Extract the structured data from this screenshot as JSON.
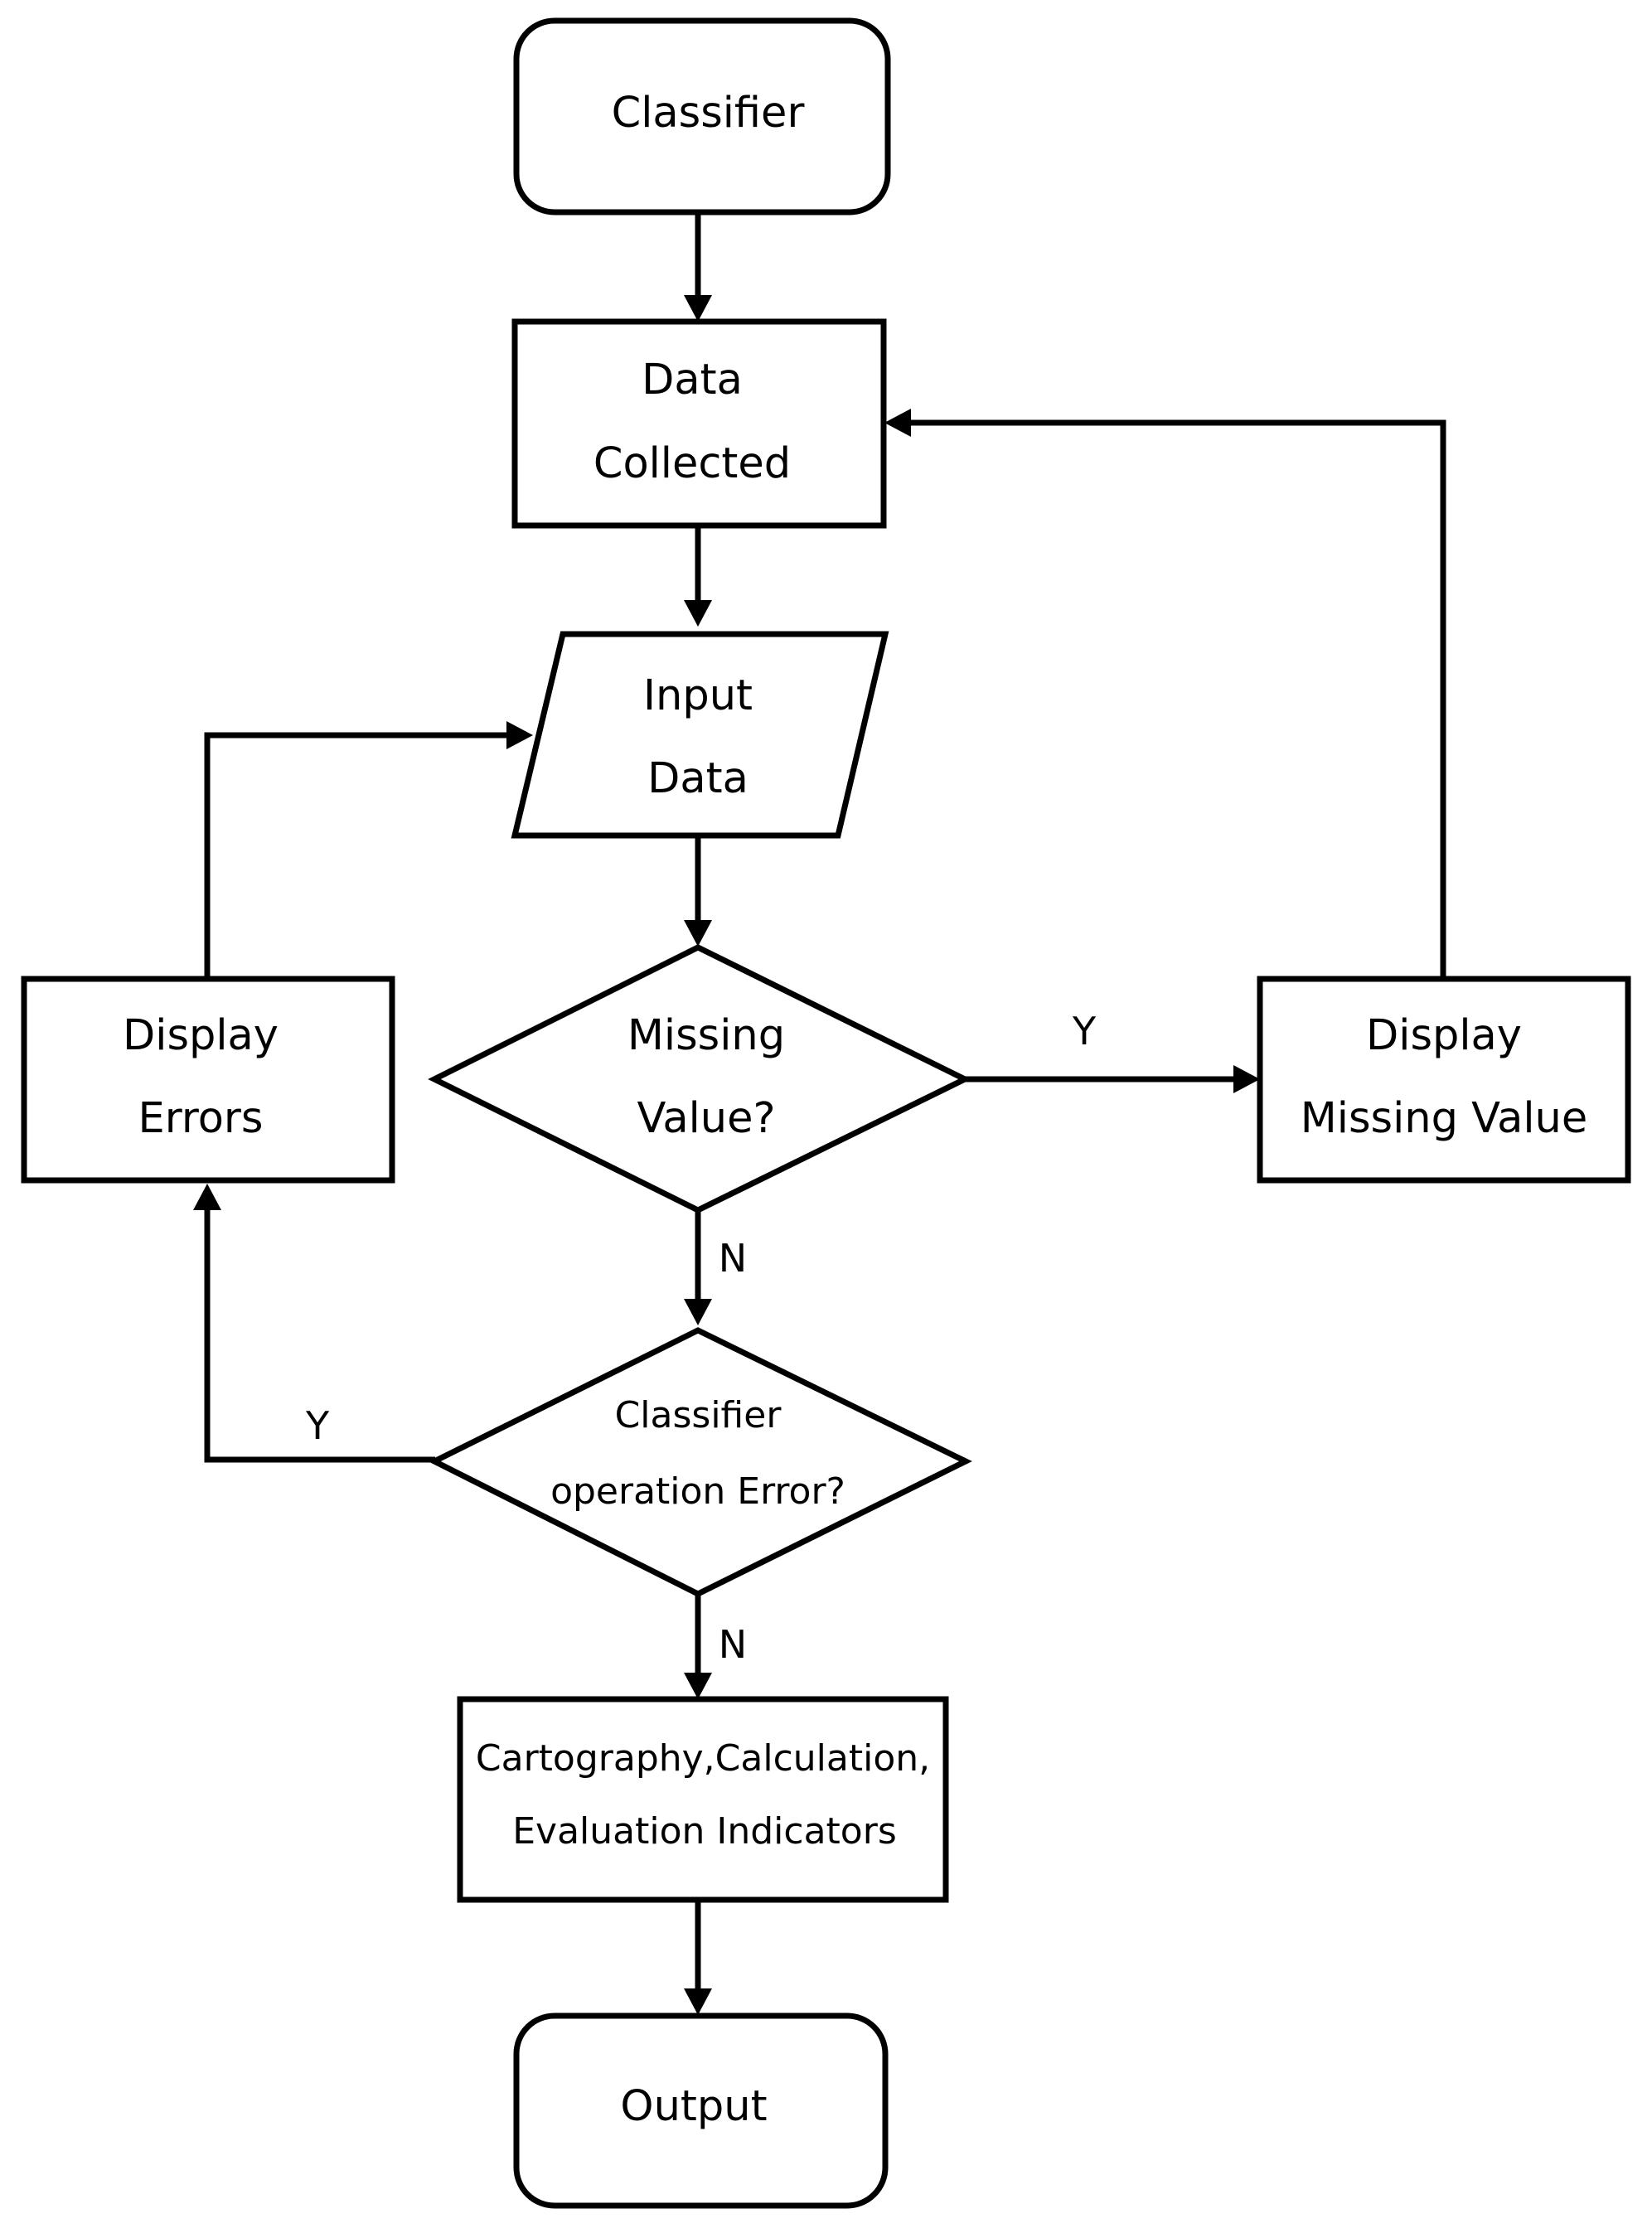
{
  "diagram": {
    "nodes": {
      "classifier": {
        "lines": [
          "Classifier"
        ],
        "shape": "rounded-rectangle"
      },
      "data_collected": {
        "lines": [
          "Data",
          "Collected"
        ],
        "shape": "rectangle"
      },
      "input_data": {
        "lines": [
          "Input",
          "Data"
        ],
        "shape": "parallelogram"
      },
      "missing_value": {
        "lines": [
          "Missing",
          "Value?"
        ],
        "shape": "diamond"
      },
      "display_missing_value": {
        "lines": [
          "Display",
          "Missing Value"
        ],
        "shape": "rectangle"
      },
      "display_errors": {
        "lines": [
          "Display",
          "Errors"
        ],
        "shape": "rectangle"
      },
      "operation_error": {
        "lines": [
          "Classifier",
          "operation Error?"
        ],
        "shape": "diamond"
      },
      "cartography": {
        "lines": [
          "Cartography,Calculation,",
          "Evaluation Indicators"
        ],
        "shape": "rectangle"
      },
      "output": {
        "lines": [
          "Output"
        ],
        "shape": "rounded-rectangle"
      }
    },
    "edges": {
      "missing_yes": {
        "label": "Y",
        "from": "missing_value",
        "to": "display_missing_value"
      },
      "missing_no": {
        "label": "N",
        "from": "missing_value",
        "to": "operation_error"
      },
      "error_yes": {
        "label": "Y",
        "from": "operation_error",
        "to": "display_errors"
      },
      "error_no": {
        "label": "N",
        "from": "operation_error",
        "to": "cartography"
      },
      "classifier_to_data": {
        "from": "classifier",
        "to": "data_collected"
      },
      "data_to_input": {
        "from": "data_collected",
        "to": "input_data"
      },
      "input_to_missing": {
        "from": "input_data",
        "to": "missing_value"
      },
      "display_missing_to_data": {
        "from": "display_missing_value",
        "to": "data_collected"
      },
      "display_errors_to_input": {
        "from": "display_errors",
        "to": "input_data"
      },
      "cartography_to_output": {
        "from": "cartography",
        "to": "output"
      }
    }
  }
}
